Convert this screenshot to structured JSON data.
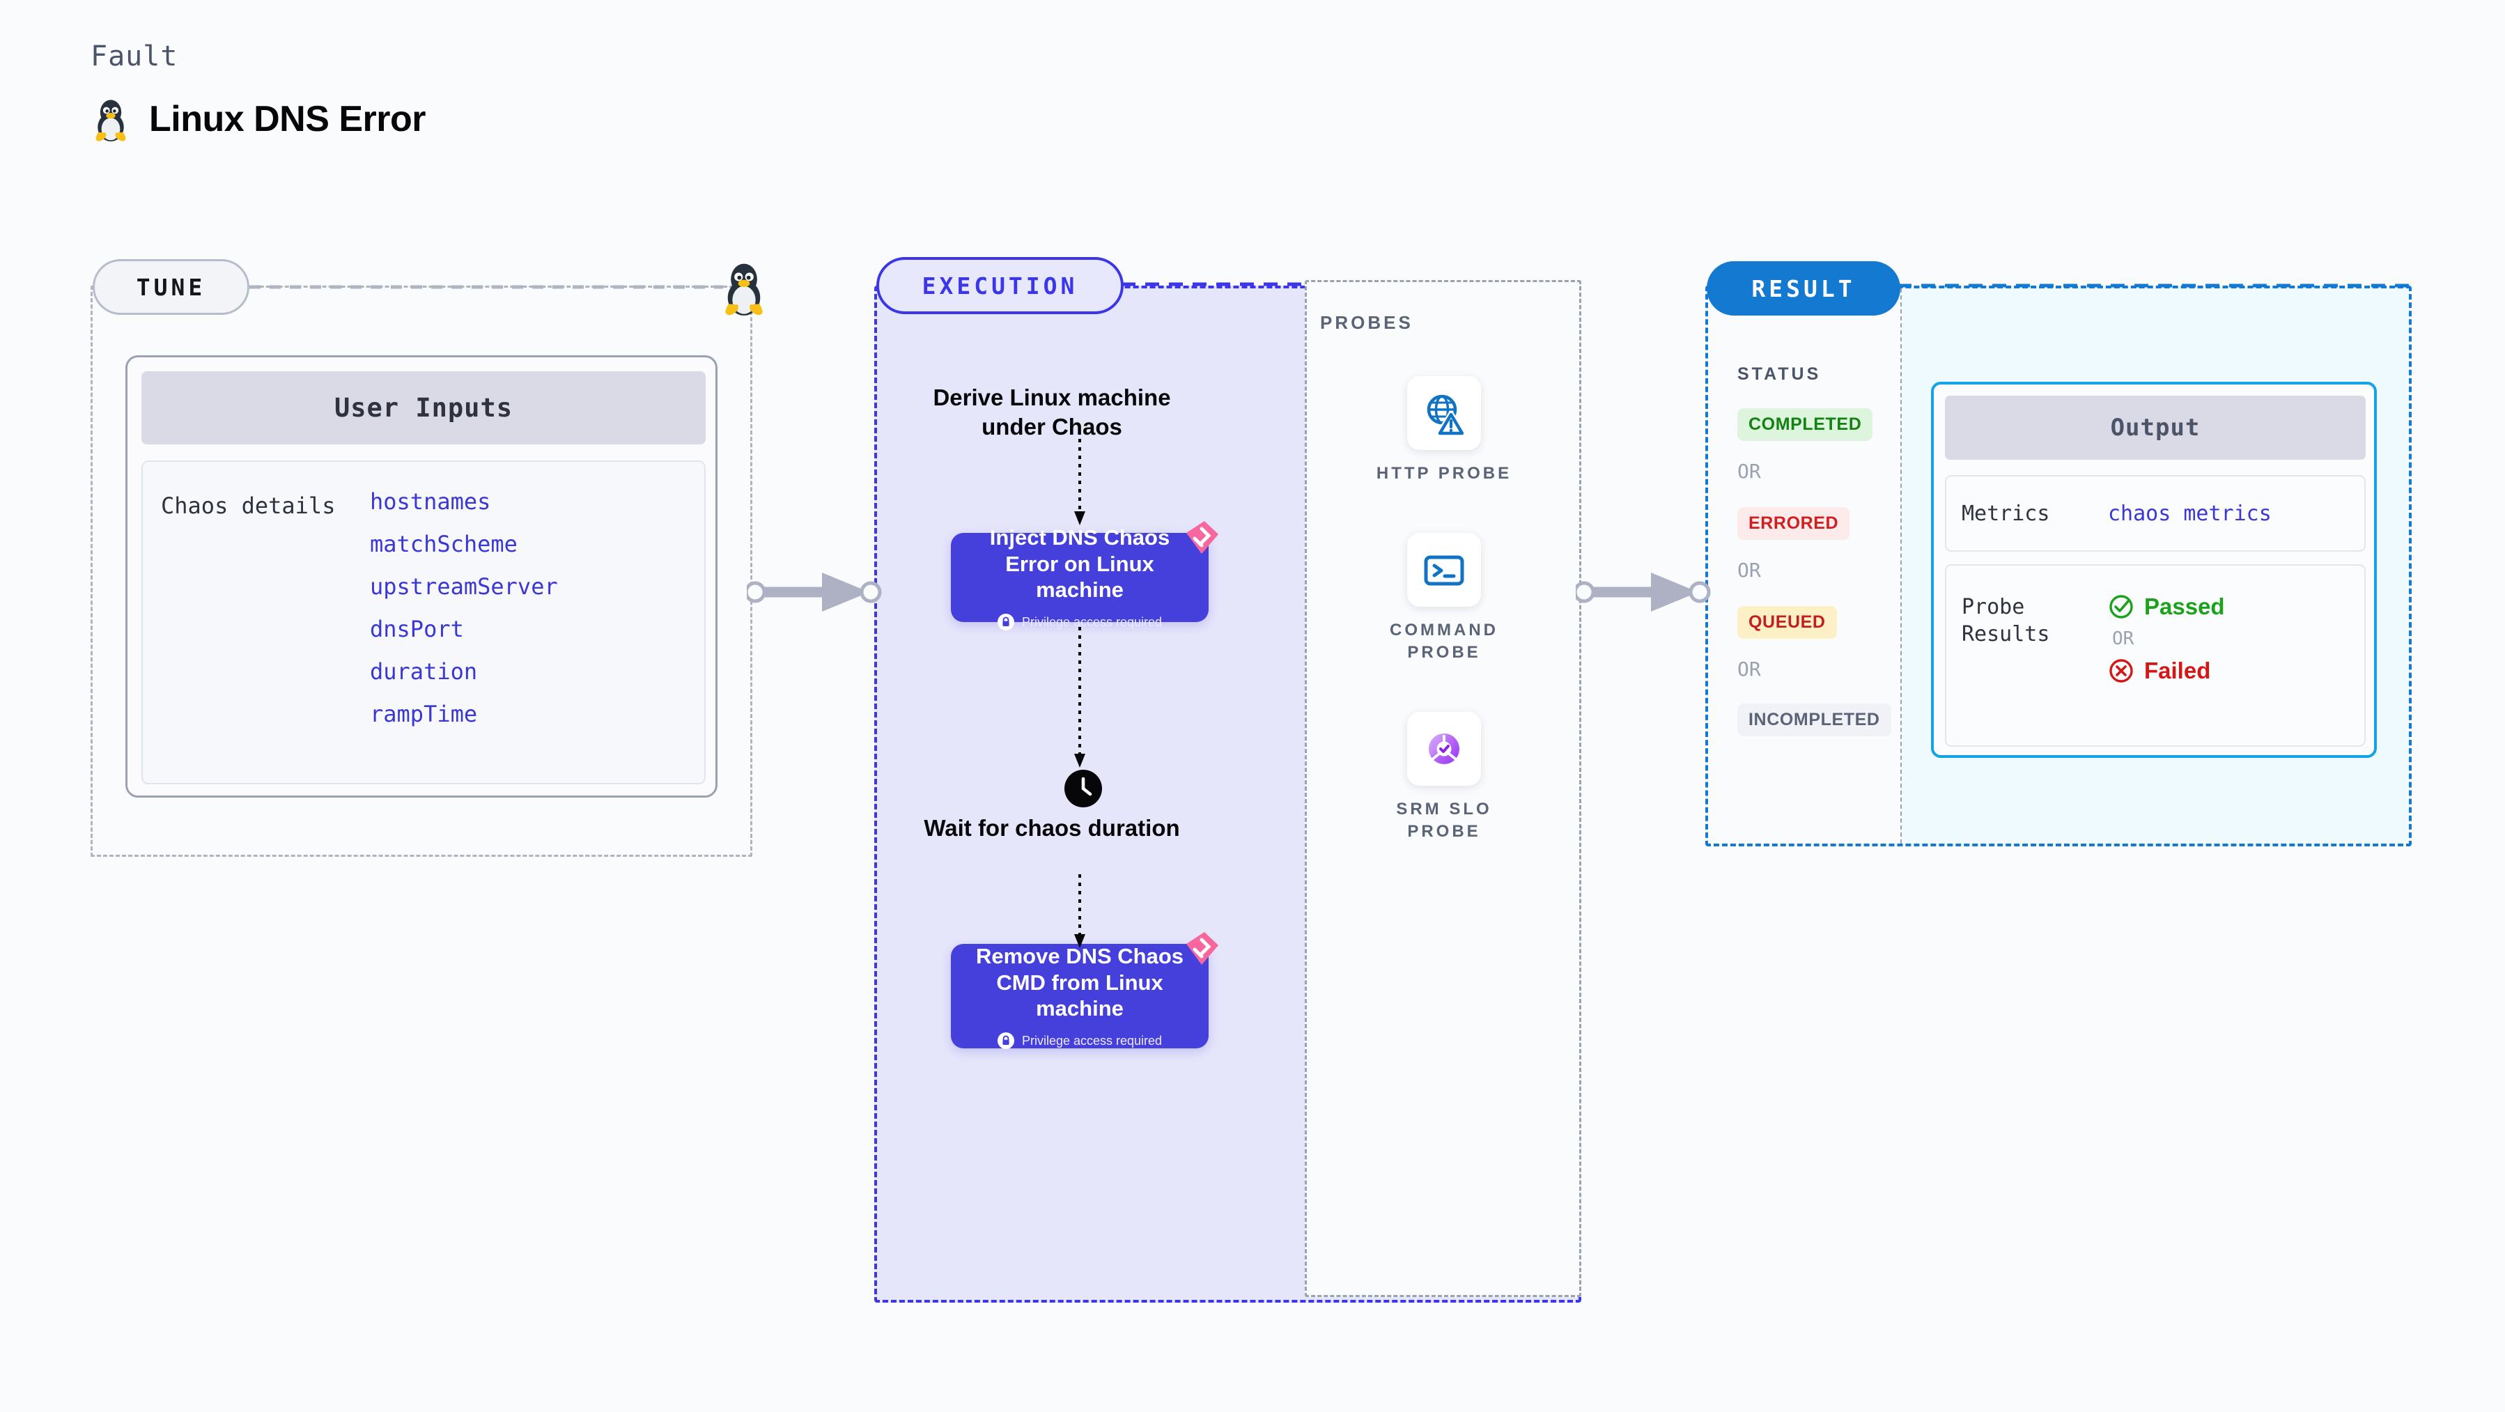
{
  "header": {
    "kicker": "Fault",
    "title": "Linux DNS Error",
    "icon": "tux-penguin-icon"
  },
  "tune": {
    "pill_label": "TUNE",
    "icon": "tux-penguin-icon",
    "card_title": "User Inputs",
    "details_label": "Chaos details",
    "fields": [
      "hostnames",
      "matchScheme",
      "upstreamServer",
      "dnsPort",
      "duration",
      "rampTime"
    ]
  },
  "execution": {
    "pill_label": "EXECUTION",
    "derive_text": "Derive Linux machine under Chaos",
    "blocks": [
      {
        "title": "Inject DNS Chaos Error on Linux machine",
        "privilege": "Privilege access required",
        "badge": "litmus-logo-icon",
        "lock": "lock-icon"
      },
      {
        "title": "Remove DNS Chaos CMD from Linux machine",
        "privilege": "Privilege access required",
        "badge": "litmus-logo-icon",
        "lock": "lock-icon"
      }
    ],
    "wait": {
      "icon": "clock-icon",
      "text": "Wait for chaos duration"
    }
  },
  "probes": {
    "label": "PROBES",
    "items": [
      {
        "name": "HTTP PROBE",
        "icon": "globe-warning-icon",
        "color": "#1272c4"
      },
      {
        "name": "COMMAND PROBE",
        "icon": "terminal-icon",
        "color": "#1272c4"
      },
      {
        "name": "SRM SLO PROBE",
        "icon": "slo-donut-check-icon",
        "color": "#a855f7"
      }
    ]
  },
  "result": {
    "pill_label": "RESULT",
    "status_label": "STATUS",
    "or_label": "OR",
    "statuses": [
      {
        "label": "COMPLETED",
        "bg": "#dcf5dc",
        "fg": "#138113"
      },
      {
        "label": "ERRORED",
        "bg": "#fdeaea",
        "fg": "#cf2020"
      },
      {
        "label": "QUEUED",
        "bg": "#fdf0c6",
        "fg": "#c21f1f"
      },
      {
        "label": "INCOMPLETED",
        "bg": "#f1f2f7",
        "fg": "#5b6377"
      }
    ],
    "output": {
      "title": "Output",
      "metrics_key": "Metrics",
      "metrics_value": "chaos metrics",
      "probe_key": "Probe Results",
      "passed": "Passed",
      "failed": "Failed",
      "or_label": "OR",
      "pass_icon": "check-circle-icon",
      "fail_icon": "x-circle-icon"
    }
  },
  "connectors": {
    "arrow_icon": "arrow-right-icon"
  },
  "colors": {
    "canvas": "#fafbfd",
    "execution_bg": "#e6e6fb",
    "execution_border": "#3b36e8",
    "result_border": "#1479d0",
    "result_panel_bg": "#effafe",
    "chaos_block": "#4540db",
    "accent_pink": "#f7679e",
    "input_text": "#3b36d6"
  }
}
